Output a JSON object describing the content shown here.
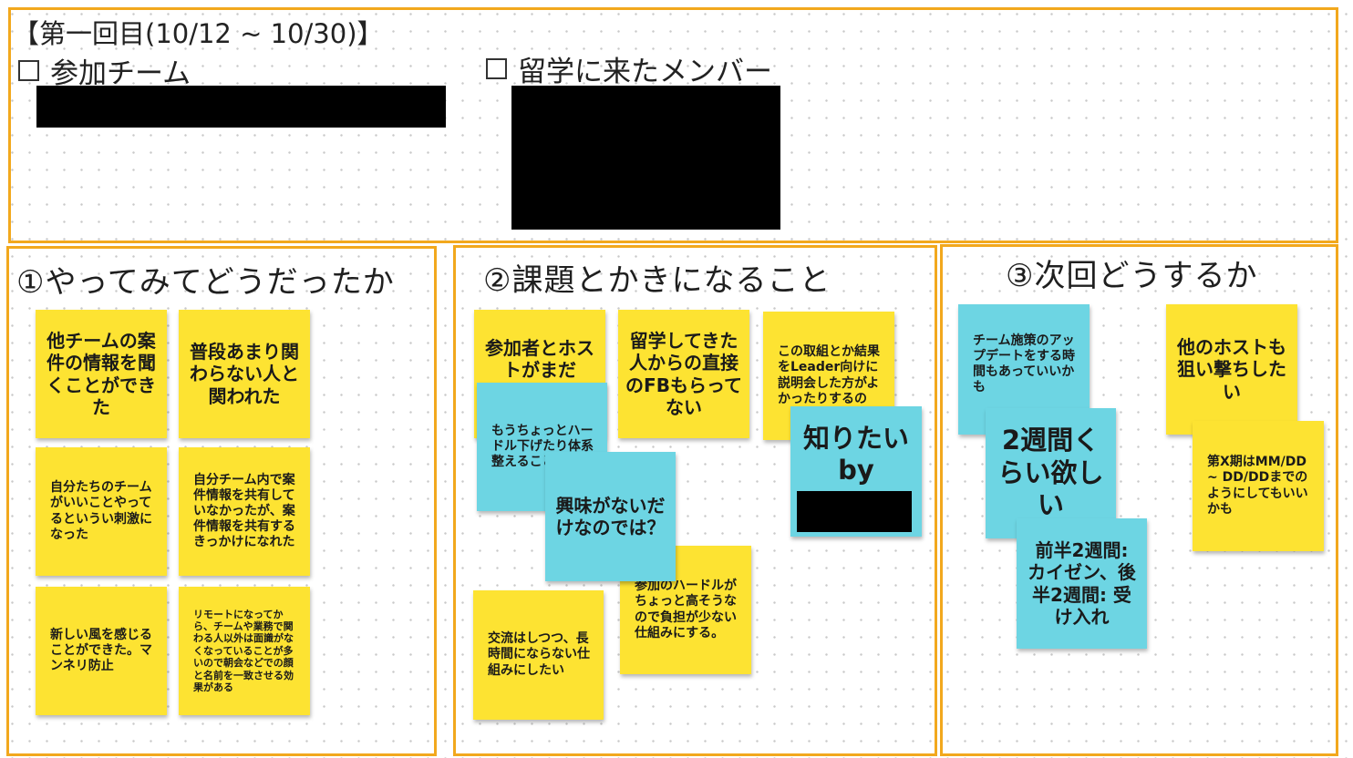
{
  "header": {
    "title": "【第一回目(10/12 ~ 10/30)】",
    "teams_label": "参加チーム",
    "members_label": "留学に来たメンバー"
  },
  "sections": {
    "s1": {
      "title": "①やってみてどうだったか"
    },
    "s2": {
      "title": "②課題とかきになること"
    },
    "s3": {
      "title": "③次回どうするか"
    }
  },
  "stickies": {
    "s1": {
      "n1": "他チームの案件の情報を聞くことができた",
      "n2": "普段あまり関わらない人と関われた",
      "n3": "自分たちのチームがいいことやってるというい刺激になった",
      "n4": "自分チーム内で案件情報を共有していなかったが、案件情報を共有するきっかけになれた",
      "n5": "新しい風を感じることができた。マンネリ防止",
      "n6": "リモートになってから、チームや業務で関わる人以外は面識がなくなっていることが多いので朝会などでの顔と名前を一致させる効果がある"
    },
    "s2": {
      "n1": "参加者とホストがまだ",
      "n2": "留学してきた人からの直接のFBもらってない",
      "n3": "この取組とか結果をLeader向けに説明会した方がよかったりするの",
      "n4": "もうちょっとハードル下げたり体系整えることかは？",
      "n5": "知りたい by",
      "n6": "興味がないだけなのでは？",
      "n7": "参加のハードルがちょっと高そうなので負担が少ない仕組みにする。",
      "n8": "交流はしつつ、長時間にならない仕組みにしたい"
    },
    "s3": {
      "n1": "チーム施策のアップデートをする時間もあっていいかも",
      "n2": "他のホストも狙い撃ちしたい",
      "n3": "2週間くらい欲しい",
      "n4": "第X期はMM/DD ~ DD/DDまでのようにしてもいいかも",
      "n5": "前半2週間: カイゼン、後半2週間: 受け入れ"
    }
  },
  "colors": {
    "frame": "#f2a81d",
    "sticky_yellow": "#fde332",
    "sticky_cyan": "#6dd5e3",
    "redaction": "#000000"
  }
}
